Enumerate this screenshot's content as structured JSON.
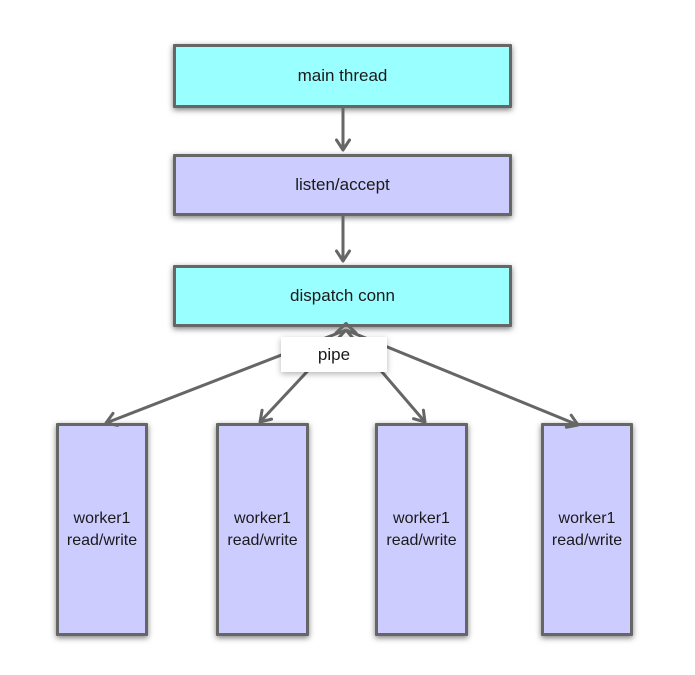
{
  "diagram": {
    "type": "flow-diagram",
    "nodes": {
      "main_thread": {
        "label": "main thread",
        "fill": "#99ffff"
      },
      "listen_accept": {
        "label": "listen/accept",
        "fill": "#ccccff"
      },
      "dispatch_conn": {
        "label": "dispatch conn",
        "fill": "#99ffff"
      },
      "pipe": {
        "label": "pipe",
        "fill": "#ffffff"
      }
    },
    "workers": [
      {
        "line1": "worker1",
        "line2": "read/write",
        "fill": "#ccccff"
      },
      {
        "line1": "worker1",
        "line2": "read/write",
        "fill": "#ccccff"
      },
      {
        "line1": "worker1",
        "line2": "read/write",
        "fill": "#ccccff"
      },
      {
        "line1": "worker1",
        "line2": "read/write",
        "fill": "#ccccff"
      }
    ],
    "edges": [
      {
        "from": "main_thread",
        "to": "listen_accept",
        "direction": "down"
      },
      {
        "from": "listen_accept",
        "to": "dispatch_conn",
        "direction": "down"
      },
      {
        "from": "dispatch_conn",
        "to": "worker-1",
        "via": "pipe",
        "direction": "both"
      },
      {
        "from": "dispatch_conn",
        "to": "worker-2",
        "via": "pipe",
        "direction": "both"
      },
      {
        "from": "dispatch_conn",
        "to": "worker-3",
        "via": "pipe",
        "direction": "both"
      },
      {
        "from": "dispatch_conn",
        "to": "worker-4",
        "via": "pipe",
        "direction": "both"
      }
    ],
    "colors": {
      "cyan": "#99ffff",
      "lavender": "#ccccff",
      "border": "#666666",
      "arrow": "#666666",
      "text": "#1a1a1a",
      "pipe_bg": "#ffffff"
    }
  }
}
